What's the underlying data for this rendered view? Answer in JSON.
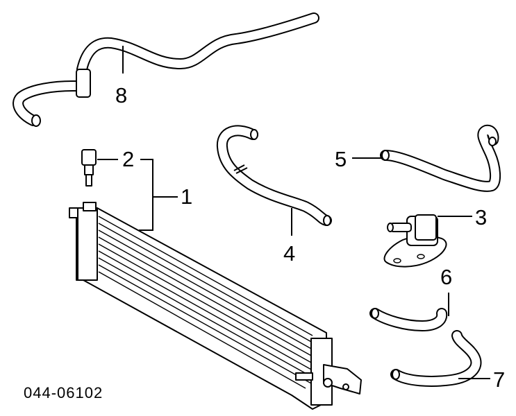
{
  "callouts": {
    "c1": "1",
    "c2": "2",
    "c3": "3",
    "c4": "4",
    "c5": "5",
    "c6": "6",
    "c7": "7",
    "c8": "8"
  },
  "diagram_code": "044-06102"
}
